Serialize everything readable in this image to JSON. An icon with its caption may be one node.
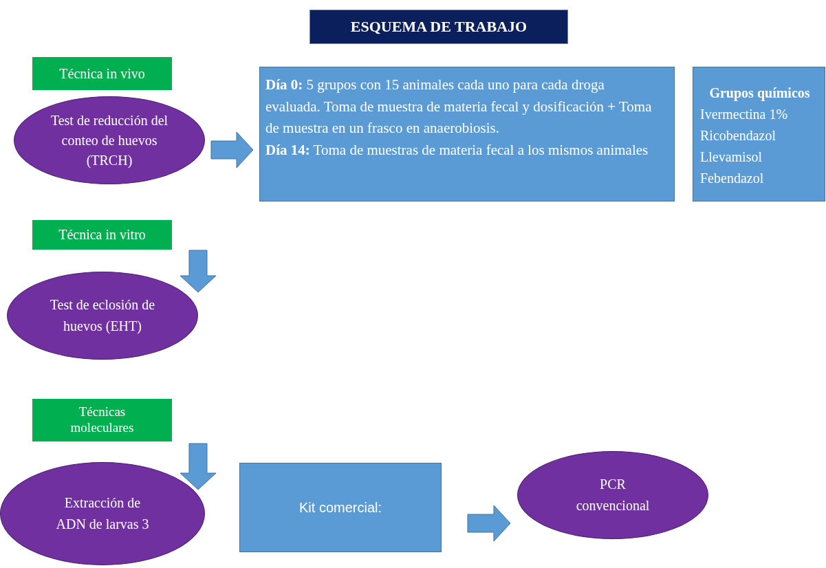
{
  "diagram": {
    "title": "ESQUEMA DE TRABAJO",
    "nodes": [
      {
        "text": [
          "Técnica in vivo"
        ]
      },
      {
        "text": [
          "Test de reducción del conteo de huevos (TRCH)"
        ]
      },
      {
        "text": [
          "**Día 0:** 5 grupos con 15 animales cada uno para cada droga evaluada. Toma de muestra de materia fecal y dosificación + Toma de muestra en un frasco en anaerobiosis.",
          "**Día 14:** Toma de muestras de materia fecal a los mismos animales"
        ]
      },
      {
        "text": [
          "Grupos químicos",
          "Ivermectina 1%",
          "Ricobendazol",
          "Llevamisol",
          "Febendazol"
        ]
      },
      {
        "text": [
          "Técnica in vitro"
        ]
      },
      {
        "text": [
          "Test de eclosión de huevos (EHT)"
        ]
      },
      {
        "text": [
          "Técnicas moleculares"
        ]
      },
      {
        "text": [
          "Extracción de ADN de larvas 3"
        ]
      },
      {
        "text": [
          "Kit comercial:"
        ]
      },
      {
        "text": [
          "PCR convencional"
        ]
      }
    ],
    "edges": [
      {
        "from": 1,
        "to": 2,
        "arrow": "to"
      },
      {
        "from": 4,
        "to": 5,
        "arrow": "to"
      },
      {
        "from": 6,
        "to": 7,
        "arrow": "to"
      },
      {
        "from": 8,
        "to": 9,
        "arrow": "to"
      }
    ]
  }
}
